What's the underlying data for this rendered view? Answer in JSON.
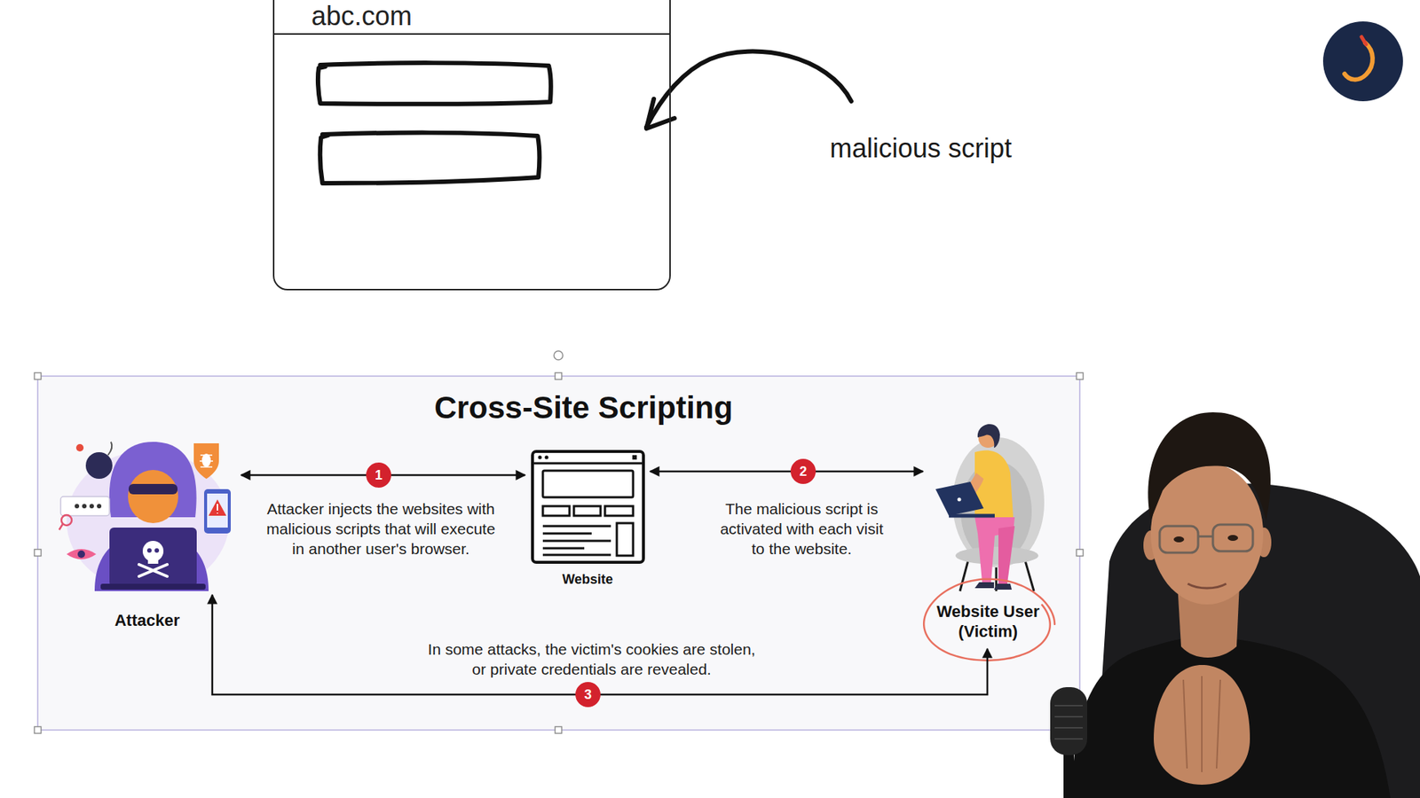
{
  "diagram": {
    "title": "Cross-Site Scripting",
    "nodes": [
      {
        "text": [
          "abc.com"
        ]
      },
      {
        "text": [
          "Attacker"
        ]
      },
      {
        "text": [
          "Website"
        ]
      },
      {
        "text": [
          "Website User (Victim)"
        ]
      }
    ],
    "edges": [
      {
        "from": 1,
        "to": 2,
        "arrow": "both",
        "label": "Attacker injects the websites with malicious scripts that will execute in another user's browser."
      },
      {
        "from": 2,
        "to": 3,
        "arrow": "both",
        "label": "The malicious script is activated with each visit to the website."
      },
      {
        "from": 3,
        "to": 1,
        "arrow": "both",
        "label": "In some attacks, the victim's cookies are stolen, or private credentials are revealed."
      }
    ],
    "labels": [
      "malicious script",
      "1",
      "2",
      "3"
    ]
  }
}
